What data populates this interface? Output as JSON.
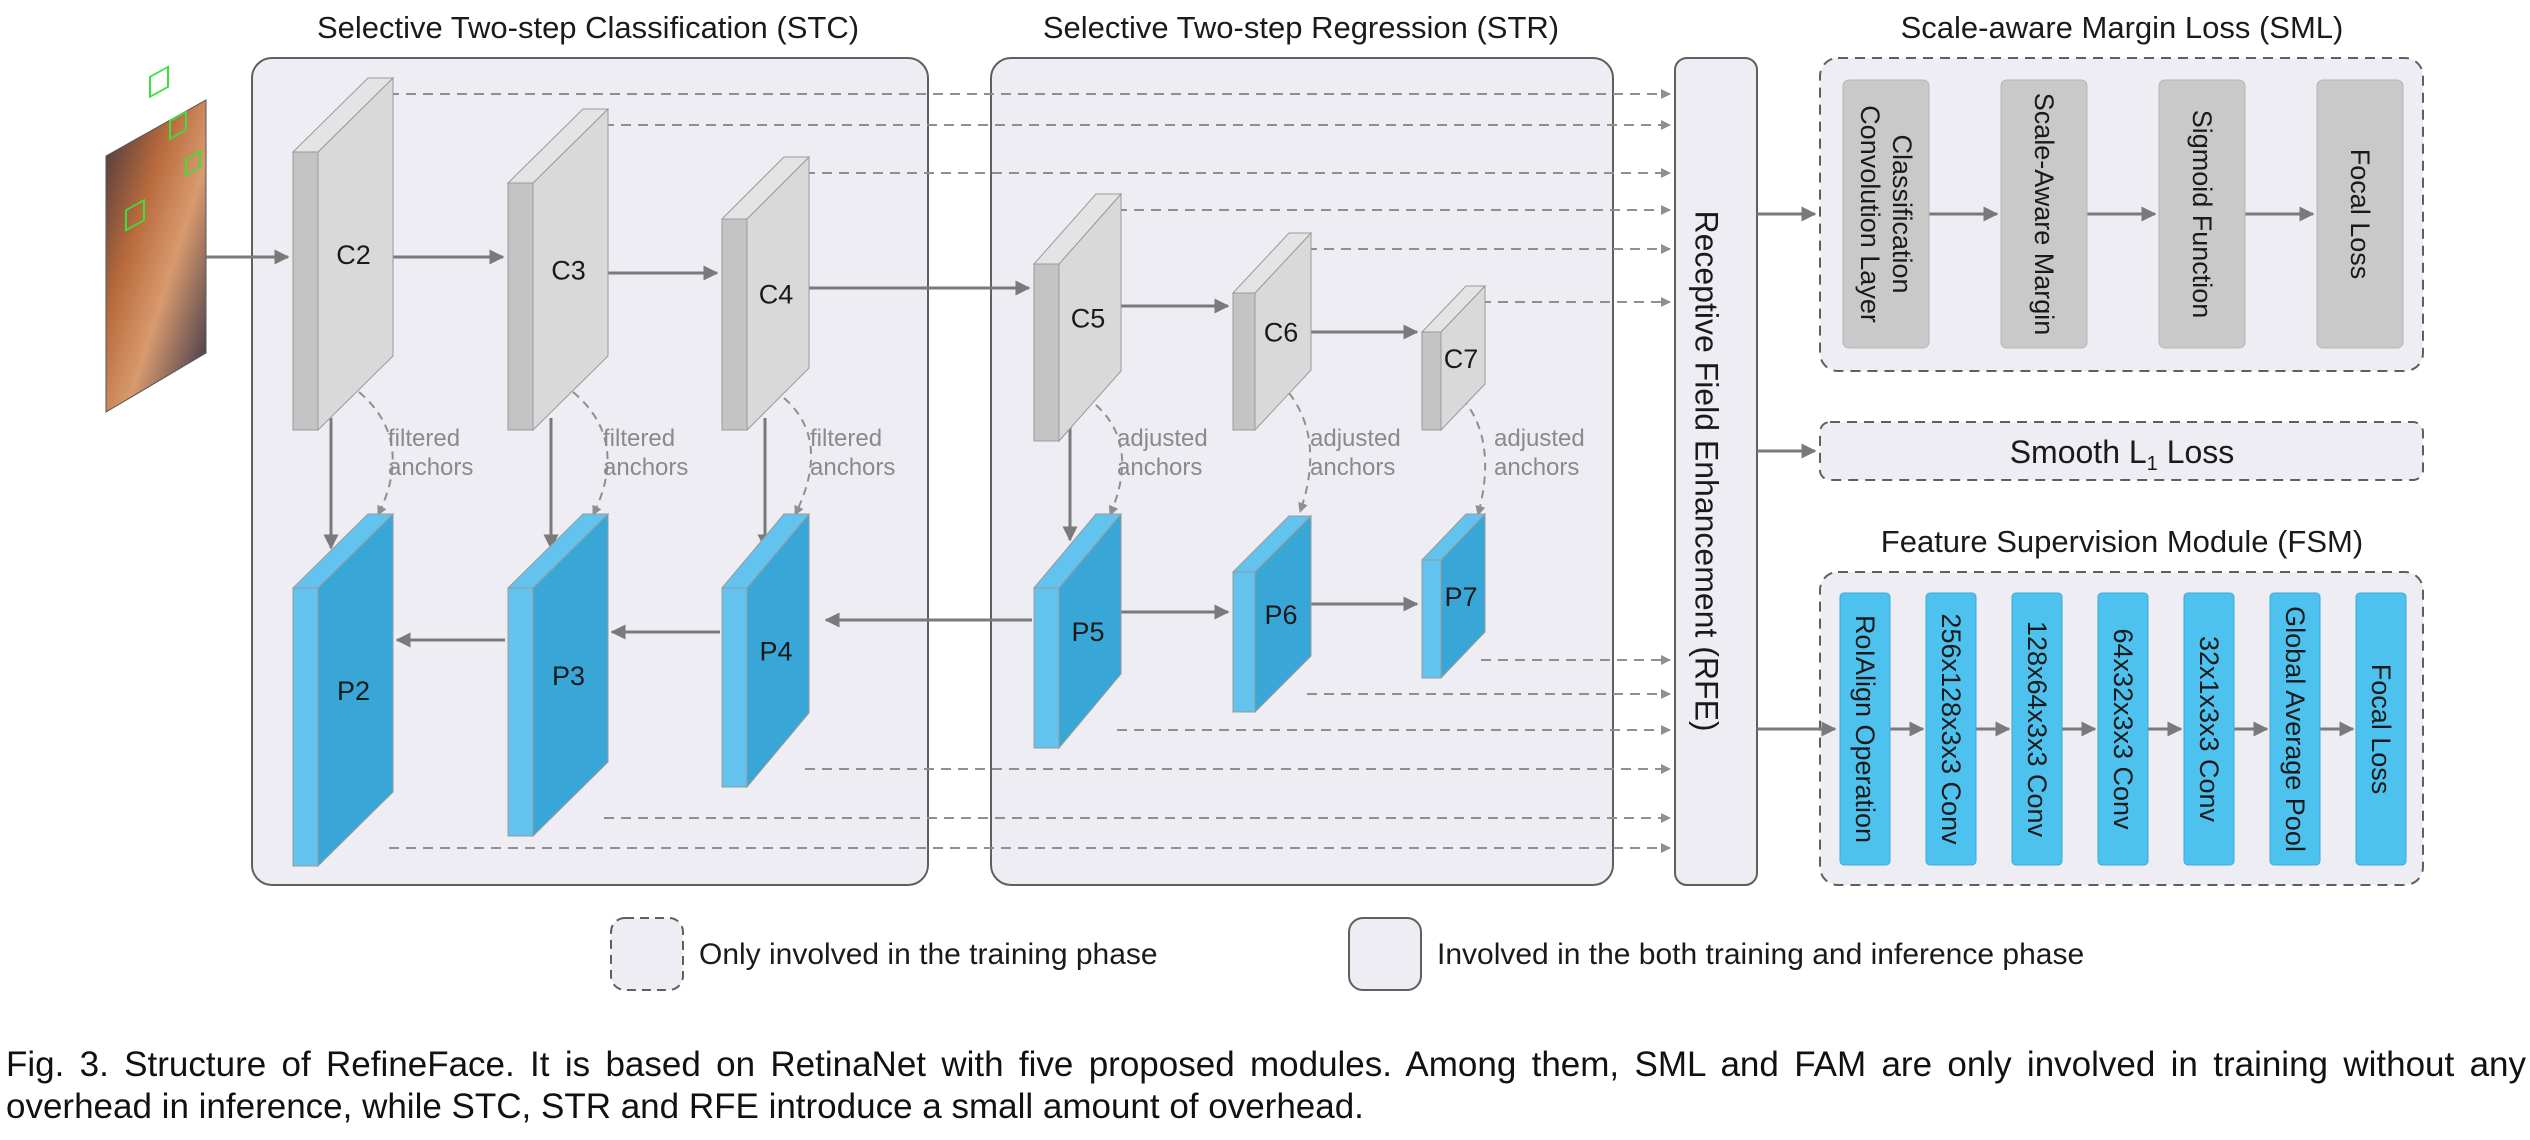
{
  "sections": {
    "stc": "Selective Two-step Classification (STC)",
    "str": "Selective Two-step Regression (STR)",
    "sml": "Scale-aware Margin Loss (SML)",
    "fsm": "Feature Supervision Module (FSM)",
    "rfe": "Receptive Field Enhancement (RFE)"
  },
  "c_layers": [
    "C2",
    "C3",
    "C4",
    "C5",
    "C6",
    "C7"
  ],
  "p_layers": [
    "P2",
    "P3",
    "P4",
    "P5",
    "P6",
    "P7"
  ],
  "anchor_notes": {
    "filtered": [
      "filtered",
      "anchors"
    ],
    "adjusted": [
      "adjusted",
      "anchors"
    ]
  },
  "sml_blocks": [
    [
      "Classification",
      "Convolution Layer"
    ],
    [
      "Scale-Aware Margin"
    ],
    [
      "Sigmoid Function"
    ],
    [
      "Focal Loss"
    ]
  ],
  "smooth_loss": {
    "prefix": "Smooth L",
    "subscript": "1",
    "suffix": " Loss"
  },
  "fsm_blocks": [
    "RoIAlign Operation",
    "256x128x3x3 Conv",
    "128x64x3x3 Conv",
    "64x32x3x3 Conv",
    "32x1x3x3 Conv",
    "Global Average Pool",
    "Focal Loss"
  ],
  "legend": {
    "training_only": "Only involved in the training phase",
    "both_phases": "Involved in the both training and inference phase"
  },
  "caption": "Fig. 3. Structure of RefineFace. It is based on RetinaNet with five proposed modules. Among them, SML and FAM are only involved in training without any overhead in inference, while STC, STR and RFE introduce a small amount of overhead.",
  "colors": {
    "panel_fill": "#efedf4",
    "c_front": "#c4c4c4",
    "c_side": "#d9d9d9",
    "c_top": "#e4e4e4",
    "p_front": "#38a7d8",
    "p_side": "#2f93c4",
    "p_top": "#62c3ee",
    "fsm_block": "#4ec2ee",
    "sml_block": "#c9c9c9",
    "arrow": "#7a7a7a"
  }
}
